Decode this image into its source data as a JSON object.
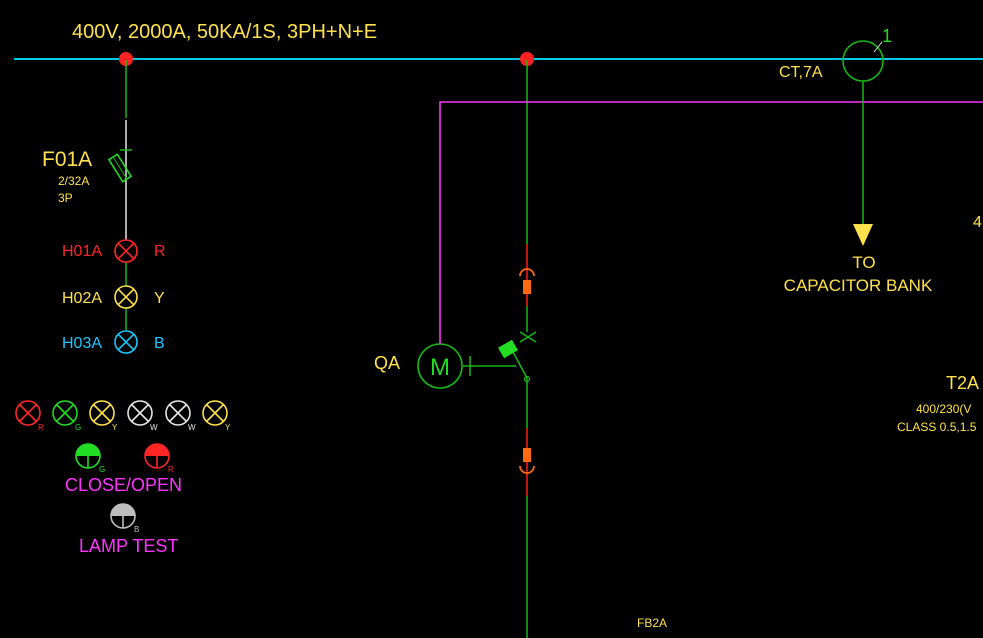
{
  "colors": {
    "background": "#000000",
    "busbar": "#00c8e6",
    "wire_green": "#16b816",
    "wire_white": "#e6e6e6",
    "wire_red": "#ff1a1a",
    "control_magenta": "#ff33ff",
    "text_yellow": "#ffe14d",
    "text_red": "#ff2626",
    "text_cyan": "#19c7ff",
    "text_magenta": "#ff33ff",
    "green": "#22dd22",
    "red_dot": "#ff2222",
    "grey": "#bdbdbd",
    "fuse_orange": "#ff6a13"
  },
  "bus": {
    "label": "400V, 2000A, 50KA/1S, 3PH+N+E"
  },
  "feeder_1": {
    "fuse_tag": "F01A",
    "fuse_rating": "2/32A",
    "fuse_poles": "3P",
    "lamps": [
      {
        "tag": "H01A",
        "phase": "R",
        "color": "#ff2626"
      },
      {
        "tag": "H02A",
        "phase": "Y",
        "color": "#ffe14d"
      },
      {
        "tag": "H03A",
        "phase": "B",
        "color": "#19c7ff"
      }
    ]
  },
  "indicator_row": {
    "lamps": [
      {
        "letter": "R",
        "color": "#ff2626"
      },
      {
        "letter": "G",
        "color": "#22dd22"
      },
      {
        "letter": "Y",
        "color": "#ffe14d"
      },
      {
        "letter": "W",
        "color": "#e6e6e6"
      },
      {
        "letter": "W",
        "color": "#e6e6e6"
      },
      {
        "letter": "Y",
        "color": "#ffe14d"
      }
    ],
    "pushbuttons": [
      {
        "letter": "G",
        "color": "#22dd22"
      },
      {
        "letter": "R",
        "color": "#ff2626"
      }
    ],
    "close_open_label": "CLOSE/OPEN",
    "lamp_test_button": {
      "letter": "B",
      "color": "#bdbdbd"
    },
    "lamp_test_label": "LAMP TEST"
  },
  "main_breaker": {
    "tag": "QA",
    "motor_letter": "M"
  },
  "ct": {
    "label": "CT,7A",
    "number": "1",
    "arrow_label_line1": "TO",
    "arrow_label_line2": "CAPACITOR BANK"
  },
  "right_edge": {
    "partial_4": "4",
    "transformer_tag": "T2A",
    "transformer_ratio": "400/230(V",
    "transformer_class": "CLASS 0.5,1.5",
    "bottom_label": "FB2A"
  }
}
